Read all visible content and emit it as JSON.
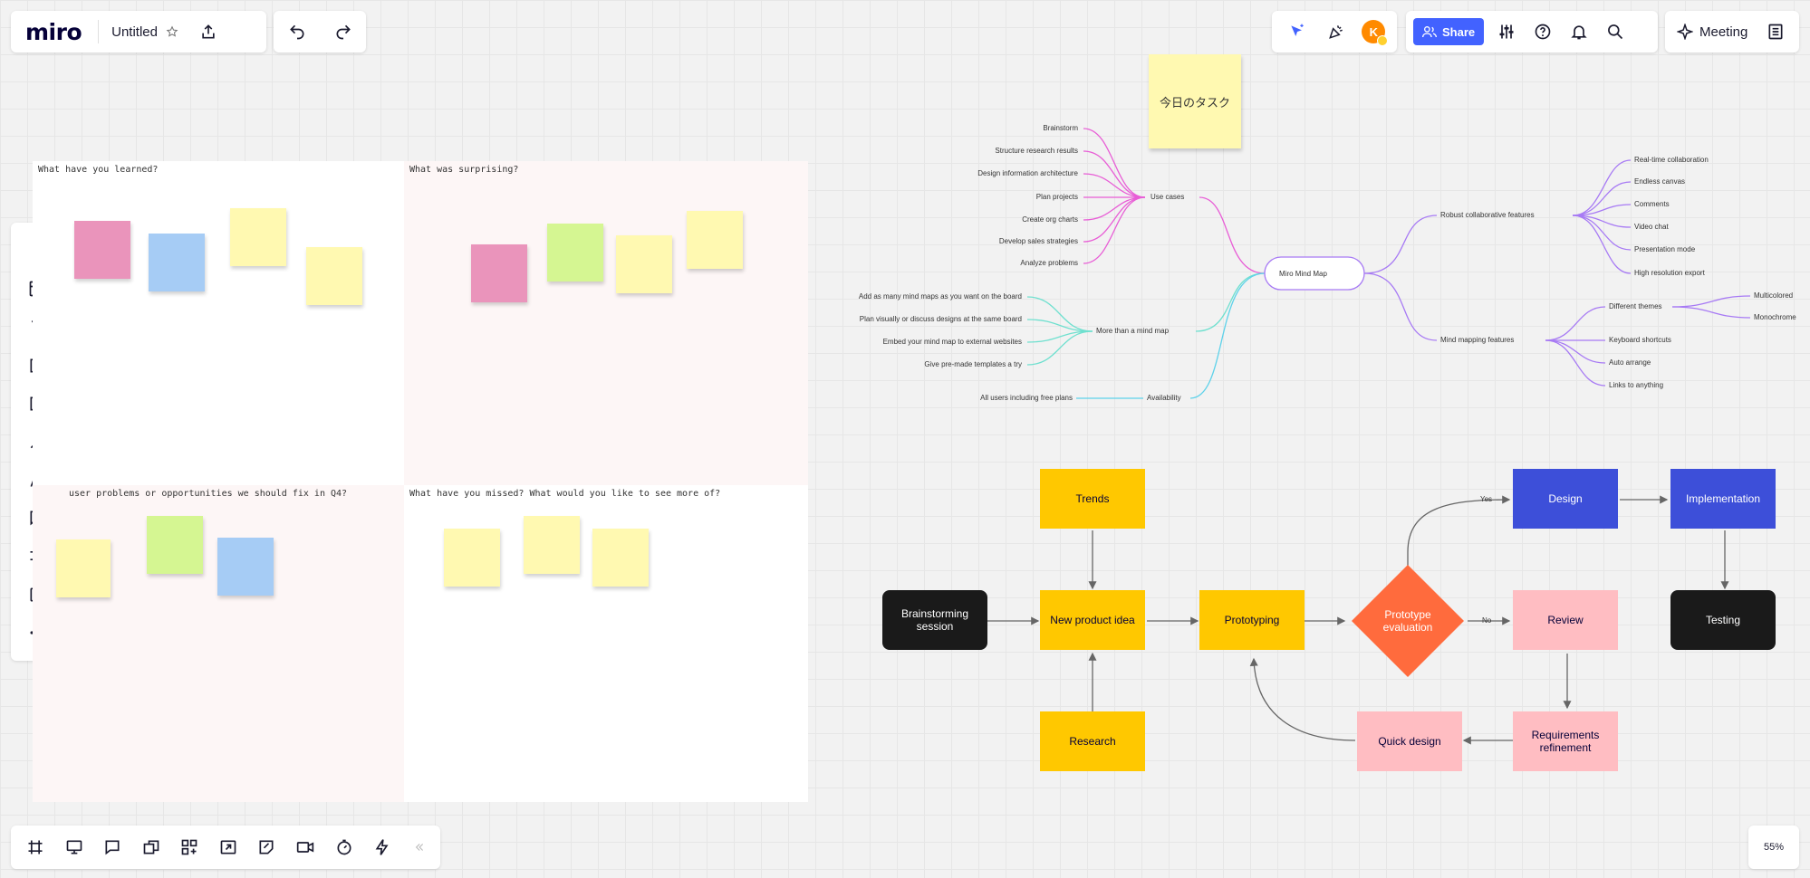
{
  "app": {
    "logo": "miro",
    "board_title": "Untitled"
  },
  "colors": {
    "accent": "#4262ff",
    "sticky_pink": "#ea94bb",
    "sticky_blue": "#a6ccf5",
    "sticky_yellow": "#fff9b1",
    "sticky_green": "#d5f692",
    "node_yellow": "#ffc800",
    "node_orange": "#ff6b3d",
    "node_blue": "#3d4fd9",
    "node_pink": "#ffbdc2",
    "node_black": "#1a1a1a"
  },
  "toolbar": {
    "share_label": "Share",
    "meeting_label": "Meeting",
    "avatar_initial": "K",
    "zoom_label": "55%"
  },
  "frames": {
    "f1": "What have you learned?",
    "f2": "What was surprising?",
    "f3": "user problems or opportunities we should fix in Q4?",
    "f4": "What have you missed? What would you like to see more of?"
  },
  "sticky_note": {
    "text": "今日のタスク"
  },
  "mindmap": {
    "root": "Miro Mind Map",
    "use_cases": {
      "label": "Use cases",
      "items": [
        "Brainstorm",
        "Structure research results",
        "Design information architecture",
        "Plan projects",
        "Create org charts",
        "Develop sales strategies",
        "Analyze problems"
      ]
    },
    "more_than": {
      "label": "More than a mind map",
      "items": [
        "Add as many mind maps as you want on the board",
        "Plan visually or discuss designs at the same board",
        "Embed your mind map to external websites",
        "Give pre-made templates a try"
      ]
    },
    "availability": {
      "label": "Availability",
      "items": [
        "All users including free plans"
      ]
    },
    "robust": {
      "label": "Robust collaborative features",
      "items": [
        "Real-time collaboration",
        "Endless canvas",
        "Comments",
        "Video chat",
        "Presentation mode",
        "High resolution export"
      ]
    },
    "mapping": {
      "label": "Mind mapping features",
      "themes": {
        "label": "Different themes",
        "items": [
          "Multicolored",
          "Monochrome"
        ]
      },
      "items": [
        "Keyboard shortcuts",
        "Auto arrange",
        "Links to anything"
      ]
    }
  },
  "flowchart": {
    "brainstorming": "Brainstorming session",
    "trends": "Trends",
    "new_idea": "New product idea",
    "research": "Research",
    "prototyping": "Prototyping",
    "evaluation": "Prototype evaluation",
    "design": "Design",
    "implementation": "Implementation",
    "testing": "Testing",
    "review": "Review",
    "requirements": "Requirements refinement",
    "quick_design": "Quick design",
    "yes_label": "Yes",
    "no_label": "No"
  }
}
